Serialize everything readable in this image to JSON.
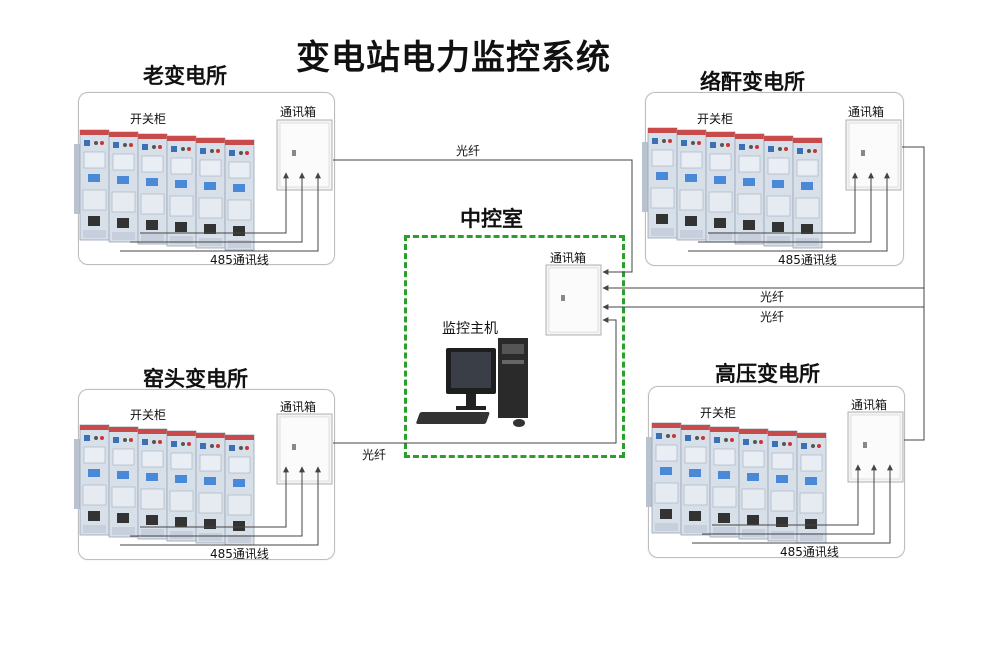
{
  "title": "变电站电力监控系统",
  "stations": [
    {
      "id": "lao",
      "name": "老变电所",
      "cabinet_label": "开关柜",
      "box_label": "通讯箱",
      "bus_label": "485通讯线"
    },
    {
      "id": "luo",
      "name": "络酐变电所",
      "cabinet_label": "开关柜",
      "box_label": "通讯箱",
      "bus_label": "485通讯线"
    },
    {
      "id": "yao",
      "name": "窑头变电所",
      "cabinet_label": "开关柜",
      "box_label": "通讯箱",
      "bus_label": "485通讯线"
    },
    {
      "id": "gao",
      "name": "高压变电所",
      "cabinet_label": "开关柜",
      "box_label": "通讯箱",
      "bus_label": "485通讯线"
    }
  ],
  "control_room": {
    "name": "中控室",
    "box_label": "通讯箱",
    "host_label": "监控主机"
  },
  "links": {
    "fiber_top": "光纤",
    "fiber_right_1": "光纤",
    "fiber_right_2": "光纤",
    "fiber_left": "光纤"
  },
  "colors": {
    "dashed_border": "#2aa02a",
    "cabinet_body": "#cfd8e4",
    "cabinet_top": "#c84a4a",
    "line": "#555555"
  }
}
